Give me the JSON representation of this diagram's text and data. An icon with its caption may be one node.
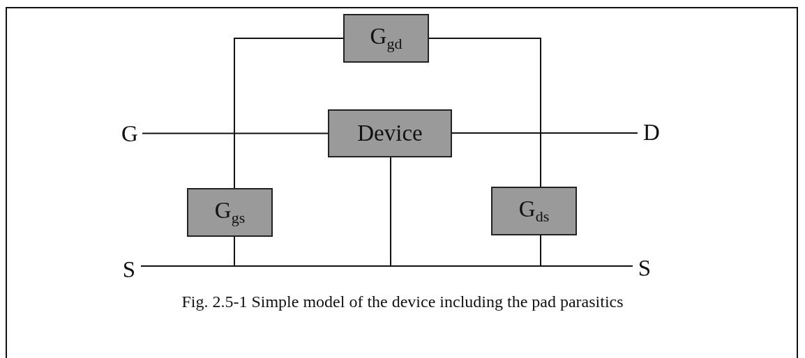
{
  "diagram": {
    "caption": "Fig. 2.5-1 Simple model of the device including the pad parasitics",
    "nodes": [
      {
        "text": [
          "G$_{gd}$"
        ]
      },
      {
        "text": [
          "G"
        ]
      },
      {
        "text": [
          "Device"
        ]
      },
      {
        "text": [
          "D"
        ]
      },
      {
        "text": [
          "G$_{gs}$"
        ]
      },
      {
        "text": [
          "G$_{ds}$"
        ]
      },
      {
        "text": [
          "S"
        ]
      },
      {
        "text": [
          "S"
        ]
      }
    ],
    "edges": [
      {
        "from": 1,
        "to": 2,
        "arrow": "none"
      },
      {
        "from": 2,
        "to": 3,
        "arrow": "none"
      },
      {
        "from": 4,
        "to": 0,
        "arrow": "none"
      },
      {
        "from": 0,
        "to": 5,
        "arrow": "none"
      },
      {
        "from": 6,
        "to": 7,
        "arrow": "none"
      },
      {
        "from": 4,
        "to": 6,
        "arrow": "none"
      },
      {
        "from": 2,
        "to": 6,
        "arrow": "none"
      },
      {
        "from": 5,
        "to": 7,
        "arrow": "none"
      }
    ]
  }
}
